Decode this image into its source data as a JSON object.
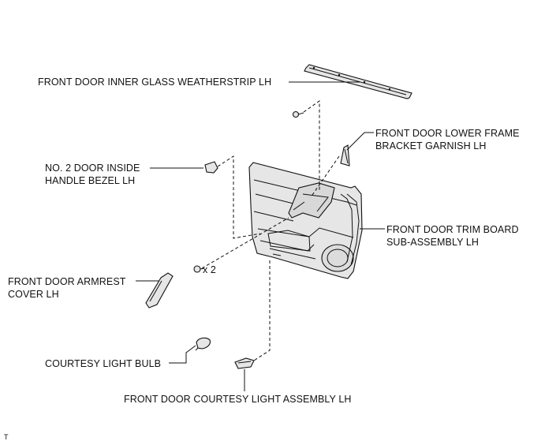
{
  "labels": {
    "weatherstrip": "FRONT DOOR INNER GLASS WEATHERSTRIP LH",
    "lower_frame_garnish": [
      "FRONT DOOR LOWER FRAME",
      "BRACKET GARNISH LH"
    ],
    "handle_bezel": [
      "NO. 2 DOOR INSIDE",
      "HANDLE BEZEL LH"
    ],
    "trim_board": [
      "FRONT DOOR TRIM BOARD",
      "SUB-ASSEMBLY LH"
    ],
    "armrest_cover": [
      "FRONT DOOR ARMREST",
      "COVER LH"
    ],
    "clip_qty": "x 2",
    "courtesy_bulb": "COURTESY LIGHT BULB",
    "courtesy_light": "FRONT DOOR COURTESY LIGHT ASSEMBLY LH",
    "corner_mark": "T"
  }
}
